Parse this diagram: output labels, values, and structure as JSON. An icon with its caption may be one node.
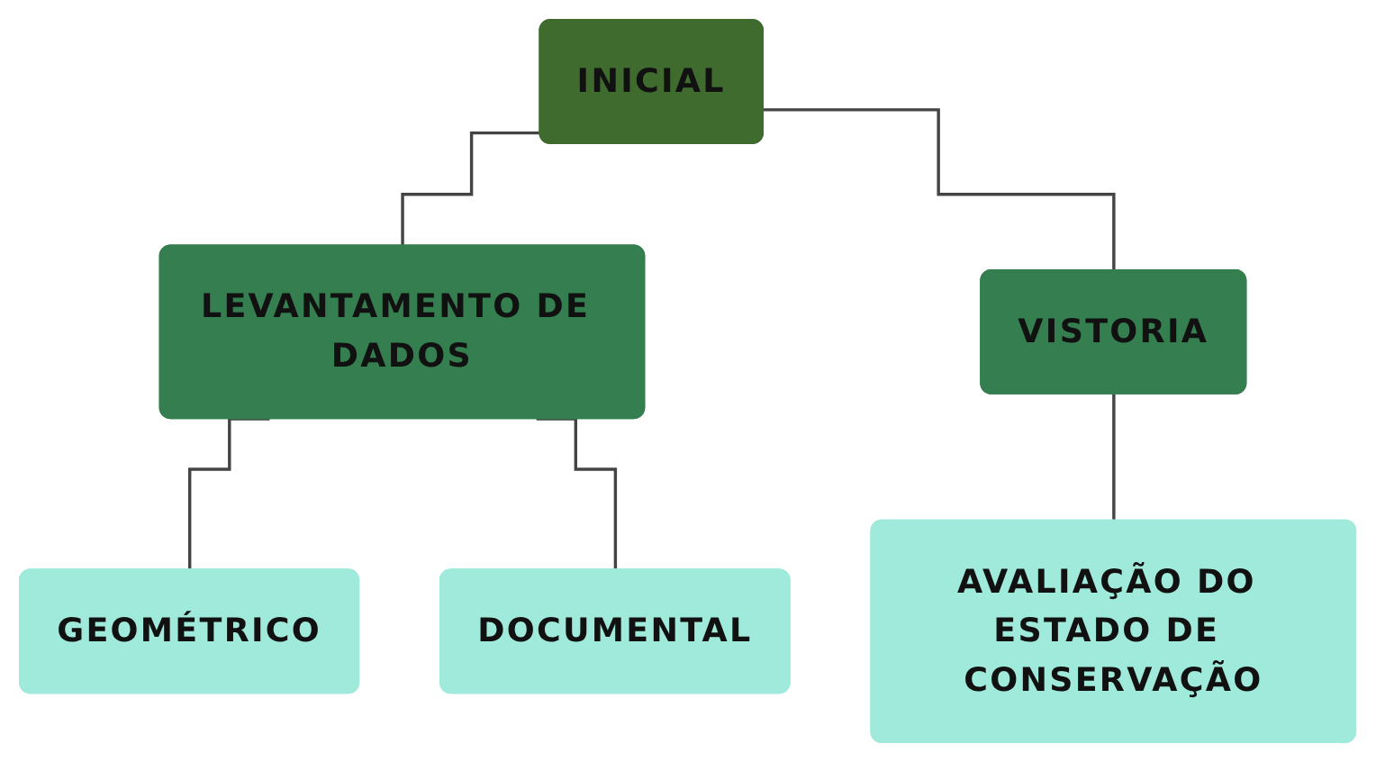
{
  "diagram": {
    "nodes": [
      {
        "text": [
          "INICIAL"
        ]
      },
      {
        "text": [
          "LEVANTAMENTO DE DADOS"
        ]
      },
      {
        "text": [
          "VISTORIA"
        ]
      },
      {
        "text": [
          "GEOMÉTRICO"
        ]
      },
      {
        "text": [
          "DOCUMENTAL"
        ]
      },
      {
        "text": [
          "AVALIAÇÃO DO ESTADO DE CONSERVAÇÃO"
        ]
      }
    ],
    "edges": [
      {
        "from": 0,
        "to": 1,
        "arrow": "none"
      },
      {
        "from": 0,
        "to": 2,
        "arrow": "none"
      },
      {
        "from": 1,
        "to": 3,
        "arrow": "none"
      },
      {
        "from": 1,
        "to": 4,
        "arrow": "none"
      },
      {
        "from": 2,
        "to": 5,
        "arrow": "none"
      }
    ]
  }
}
